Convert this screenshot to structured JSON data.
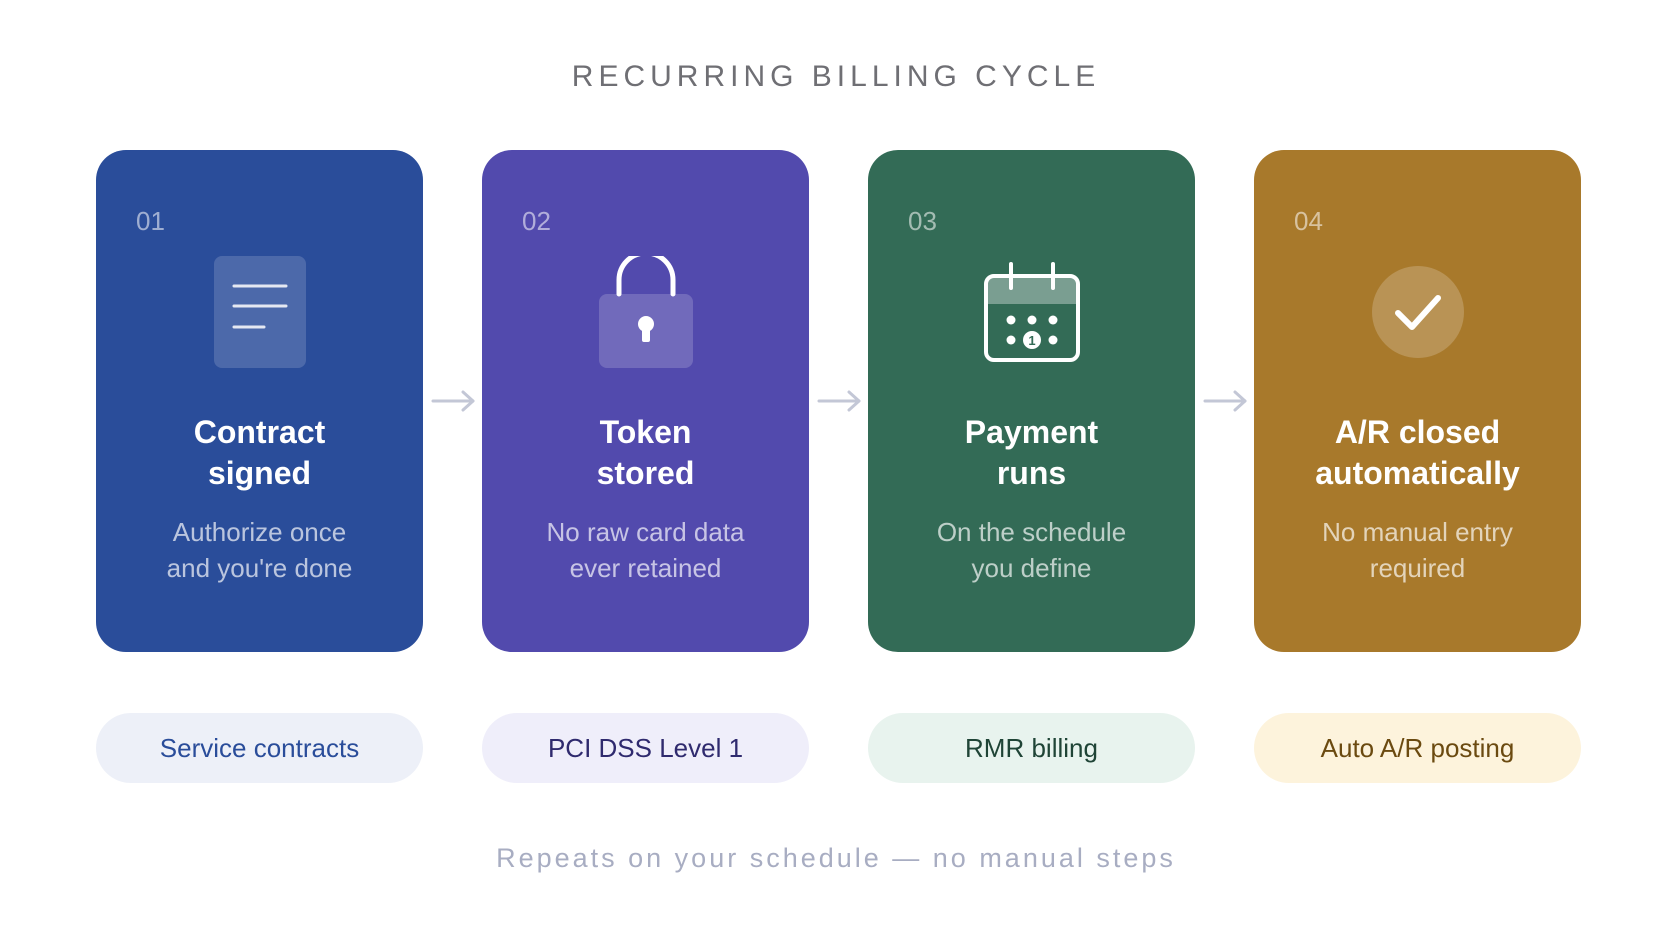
{
  "title": "RECURRING BILLING CYCLE",
  "footer": "Repeats on your schedule — no manual steps",
  "steps": [
    {
      "number": "01",
      "heading_line1": "Contract",
      "heading_line2": "signed",
      "sub_line1": "Authorize once",
      "sub_line2": "and you're done",
      "icon": "document-icon",
      "color": "#2a4d9a",
      "pill_label": "Service contracts",
      "pill_bg": "#edf0f8",
      "pill_text": "#2a4d9a"
    },
    {
      "number": "02",
      "heading_line1": "Token",
      "heading_line2": "stored",
      "sub_line1": "No raw card data",
      "sub_line2": "ever retained",
      "icon": "lock-icon",
      "color": "#524aad",
      "pill_label": "PCI DSS Level 1",
      "pill_bg": "#efeefa",
      "pill_text": "#2f2a6e"
    },
    {
      "number": "03",
      "heading_line1": "Payment",
      "heading_line2": "runs",
      "sub_line1": "On the schedule",
      "sub_line2": "you define",
      "icon": "calendar-icon",
      "color": "#336b56",
      "pill_label": "RMR billing",
      "pill_bg": "#e8f3ee",
      "pill_text": "#1f4436"
    },
    {
      "number": "04",
      "heading_line1": "A/R closed",
      "heading_line2": "automatically",
      "sub_line1": "No manual entry",
      "sub_line2": "required",
      "icon": "checkmark-icon",
      "color": "#a8792b",
      "pill_label": "Auto A/R posting",
      "pill_bg": "#fdf3dc",
      "pill_text": "#6b4a10"
    }
  ],
  "arrow_color": "#c3c7d6"
}
